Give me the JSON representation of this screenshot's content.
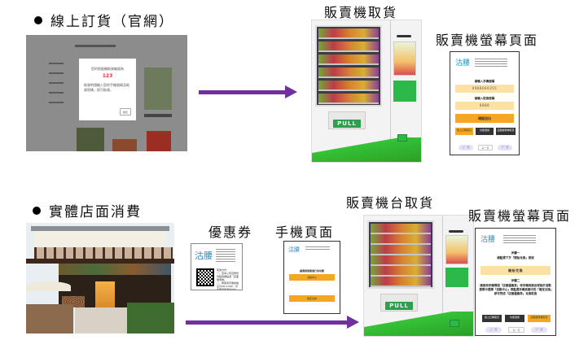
{
  "section_online": {
    "heading": "線上訂貨（官網）",
    "website_modal": {
      "message": "您的智販機取貨編號為",
      "pickup_code": "123",
      "instruction": "取貨時請輸入您的手機號碼及取貨密碼，即可取貨。",
      "confirm_label": "確定"
    },
    "vending_label": "販賣機取貨",
    "screen_label": "販賣機螢幕頁面",
    "vending_pull_label": "PULL",
    "kiosk": {
      "logo": "沽腰",
      "phone_prompt": "請輸入手機號碼",
      "phone_value": "0988669355",
      "password_prompt": "請輸入取貨密碼",
      "password_value": "8888",
      "submit_label": "確認送出",
      "tabs": [
        "線上訂購取貨",
        "功能選擇",
        "店面優惠券取貨"
      ],
      "active_tab": 0,
      "pager": {
        "prev": "上一頁",
        "current": "第一頁",
        "next": "下一頁"
      }
    }
  },
  "section_store": {
    "heading": "實體店面消費",
    "coupon_label": "優惠券",
    "phone_label": "手機頁面",
    "vending_label": "販賣機台取貨",
    "screen_label": "販賣機螢幕頁面",
    "vending_pull_label": "PULL",
    "coupon": {
      "logo": "沽腰",
      "usage_title": "使用方式：",
      "usage_steps": [
        "一、至本公司直營智慧販賣機點選「店面優惠券」",
        "二、再使用手機掃描左方QR-CODE，於手機頁面選擇兌換，即可兌換"
      ]
    },
    "phone_page": {
      "logo": "沽腰",
      "title": "請選擇您要進行的功能",
      "buttons": [
        "活動中心",
        "確定兌換"
      ]
    },
    "kiosk": {
      "logo": "沽腰",
      "step1_title": "步驟一",
      "step1_text": "請點選下方「開始兌換」按鈕",
      "start_label": "開始兌換",
      "step2_title": "步驟二",
      "step2_text": "請使用手機掃描「店面優惠券」待手機頁面出現後於活動選單中選擇「活動中心」再點選手機頁面中的「確定兌換」即可完成「店面優惠券」兌換取貨",
      "tabs": [
        "線上訂購取貨",
        "功能選擇",
        "店面優惠券取貨"
      ],
      "active_tab": 2,
      "pager": {
        "prev": "上一頁",
        "current": "第一頁",
        "next": "下一頁"
      }
    }
  },
  "colors": {
    "arrow": "#7030a0",
    "kiosk_field": "#fde1a4",
    "kiosk_accent": "#f5a623",
    "machine_green": "#2db84a",
    "pickup_code": "#ee3333"
  }
}
